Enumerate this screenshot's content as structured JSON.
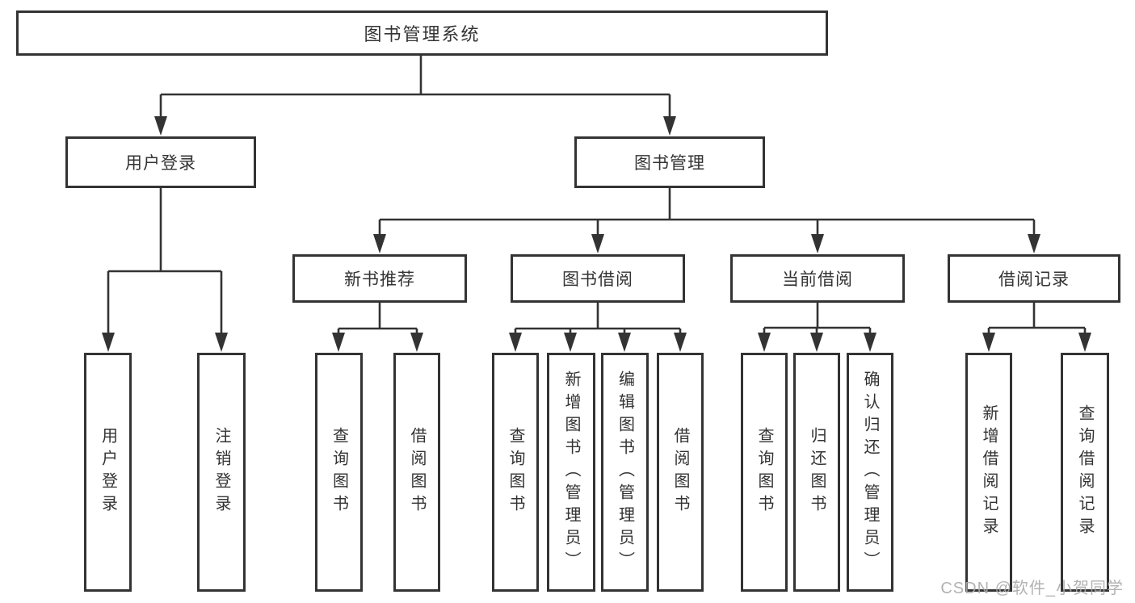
{
  "diagram": {
    "title": "图书管理系统",
    "root": {
      "label": "图书管理系统"
    },
    "level2": [
      {
        "label": "用户登录"
      },
      {
        "label": "图书管理"
      }
    ],
    "level3": [
      {
        "label": "新书推荐"
      },
      {
        "label": "图书借阅"
      },
      {
        "label": "当前借阅"
      },
      {
        "label": "借阅记录"
      }
    ],
    "leaves": {
      "user_login": [
        "用户登录",
        "注销登录"
      ],
      "new_book_recommend": [
        "查询图书",
        "借阅图书"
      ],
      "book_borrow": [
        "查询图书",
        "新增图书（管理员）",
        "编辑图书（管理员）",
        "借阅图书"
      ],
      "current_borrow": [
        "查询图书",
        "归还图书",
        "确认归还（管理员）"
      ],
      "borrow_records": [
        "新增借阅记录",
        "查询借阅记录"
      ]
    }
  },
  "watermark": {
    "text": "CSDN @软件_小贺同学"
  },
  "colors": {
    "line": "#333333",
    "box_border": "#333333",
    "box_fill": "#ffffff",
    "text": "#333333",
    "background": "#ffffff",
    "watermark": "#aaaaaa"
  }
}
